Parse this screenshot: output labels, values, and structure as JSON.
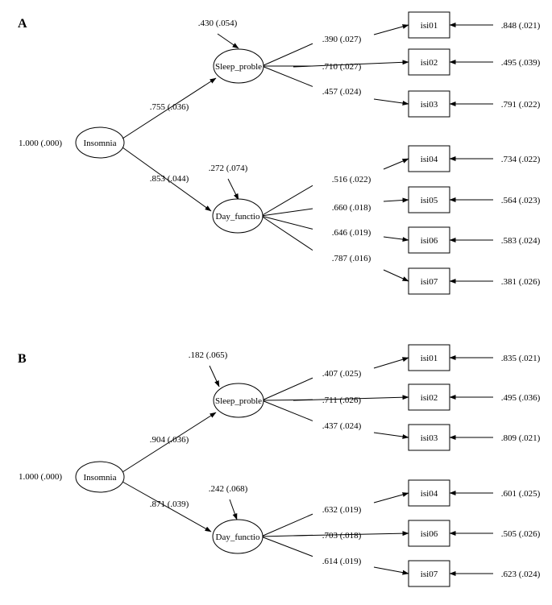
{
  "panels": [
    {
      "label": "A",
      "root": {
        "name": "Insomnia",
        "variance": "1.000 (.000)"
      },
      "factors": [
        {
          "name": "Sleep_proble",
          "path": ".755 (.036)",
          "residual": ".430 (.054)",
          "items": [
            {
              "name": "isi01",
              "loading": ".390 (.027)",
              "error": ".848 (.021)"
            },
            {
              "name": "isi02",
              "loading": ".710 (.027)",
              "error": ".495 (.039)"
            },
            {
              "name": "isi03",
              "loading": ".457 (.024)",
              "error": ".791 (.022)"
            }
          ]
        },
        {
          "name": "Day_functio",
          "path": ".853 (.044)",
          "residual": ".272 (.074)",
          "items": [
            {
              "name": "isi04",
              "loading": ".516 (.022)",
              "error": ".734 (.022)"
            },
            {
              "name": "isi05",
              "loading": ".660 (.018)",
              "error": ".564 (.023)"
            },
            {
              "name": "isi06",
              "loading": ".646 (.019)",
              "error": ".583 (.024)"
            },
            {
              "name": "isi07",
              "loading": ".787 (.016)",
              "error": ".381 (.026)"
            }
          ]
        }
      ]
    },
    {
      "label": "B",
      "root": {
        "name": "Insomnia",
        "variance": "1.000 (.000)"
      },
      "factors": [
        {
          "name": "Sleep_proble",
          "path": ".904 (.036)",
          "residual": ".182 (.065)",
          "items": [
            {
              "name": "isi01",
              "loading": ".407 (.025)",
              "error": ".835 (.021)"
            },
            {
              "name": "isi02",
              "loading": ".711 (.026)",
              "error": ".495 (.036)"
            },
            {
              "name": "isi03",
              "loading": ".437 (.024)",
              "error": ".809 (.021)"
            }
          ]
        },
        {
          "name": "Day_functio",
          "path": ".871 (.039)",
          "residual": ".242 (.068)",
          "items": [
            {
              "name": "isi04",
              "loading": ".632 (.019)",
              "error": ".601 (.025)"
            },
            {
              "name": "isi06",
              "loading": ".703 (.018)",
              "error": ".505 (.026)"
            },
            {
              "name": "isi07",
              "loading": ".614 (.019)",
              "error": ".623 (.024)"
            }
          ]
        }
      ]
    }
  ]
}
